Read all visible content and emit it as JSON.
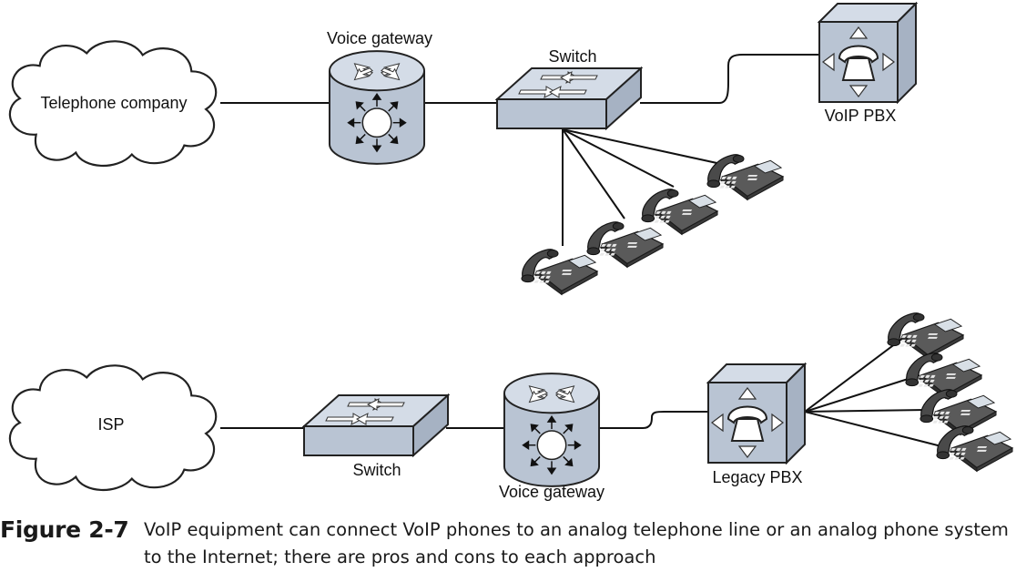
{
  "colors": {
    "device_fill": "#b9c4d3",
    "device_top": "#d4dce7",
    "outline": "#222222",
    "line": "#111111",
    "cloud_fill": "#ffffff"
  },
  "diagram": {
    "top_row": {
      "cloud_label": "Telephone company",
      "gateway_label": "Voice gateway",
      "switch_label": "Switch",
      "pbx_label": "VoIP PBX"
    },
    "bottom_row": {
      "cloud_label": "ISP",
      "switch_label": "Switch",
      "gateway_label": "Voice gateway",
      "pbx_label": "Legacy PBX"
    },
    "icons": [
      "cloud-icon",
      "router-icon",
      "switch-icon",
      "pbx-icon",
      "ip-phone-icon"
    ]
  },
  "caption": {
    "figure_number": "Figure 2-7",
    "text": "VoIP equipment can connect VoIP phones to an analog telephone line or an analog phone system to the Internet; there are pros and cons to each approach"
  }
}
